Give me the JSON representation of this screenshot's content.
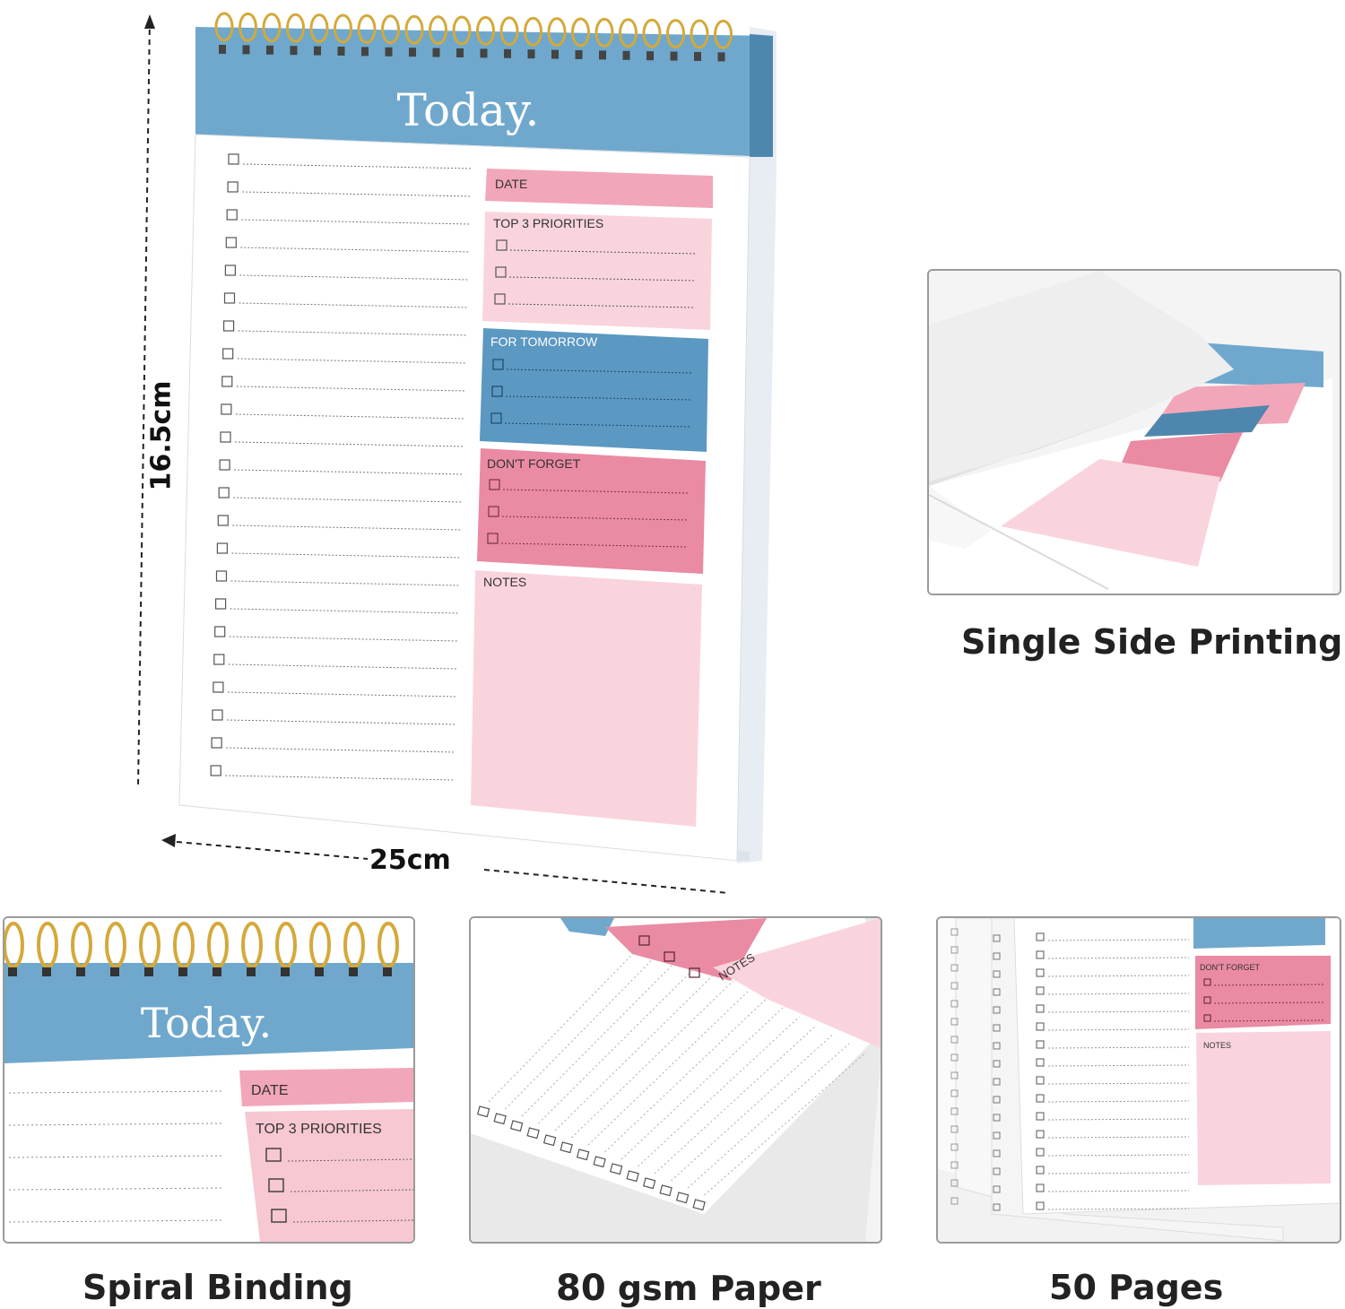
{
  "notepad": {
    "title": "Today.",
    "date_label": "DATE",
    "priorities_label": "TOP 3 PRIORITIES",
    "tomorrow_label": "FOR TOMORROW",
    "dont_forget_label": "DON'T FORGET",
    "notes_label": "NOTES"
  },
  "dimensions": {
    "height": "16.5cm",
    "width": "25cm"
  },
  "features": {
    "single_side": "Single Side Printing",
    "spiral": "Spiral Binding",
    "gsm_number": "80",
    "gsm_text": "gsm Paper",
    "pages_number": "50",
    "pages_text": "Pages"
  },
  "colors": {
    "blue": "#6fa8cc",
    "pink": "#f2a6b9",
    "light_pink": "#fad4dd",
    "hot_pink": "#ea8aa3",
    "gold": "#d4a93a"
  }
}
